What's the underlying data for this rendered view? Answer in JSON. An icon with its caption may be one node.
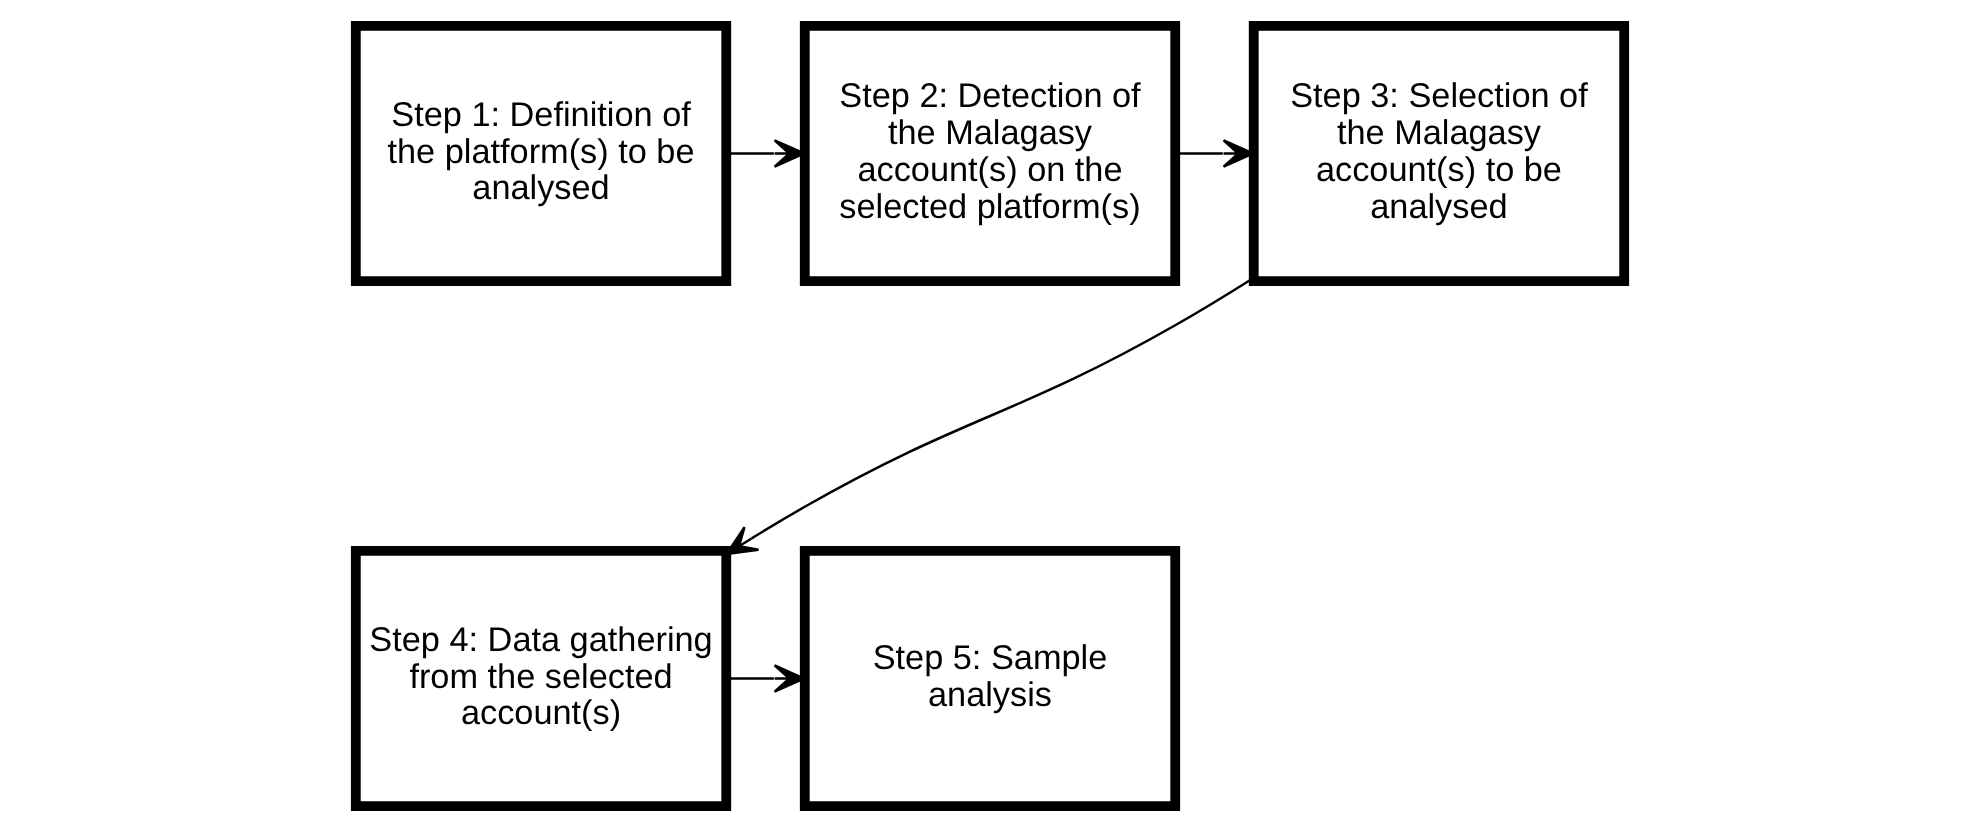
{
  "diagram": {
    "nodes": [
      {
        "text": [
          "Step 1: Definition of the platform(s) to be analysed"
        ]
      },
      {
        "text": [
          "Step 2: Detection of the Malagasy account(s) on the selected platform(s)"
        ]
      },
      {
        "text": [
          "Step 3: Selection of the Malagasy account(s) to be analysed"
        ]
      },
      {
        "text": [
          "Step 4: Data gathering from the selected account(s)"
        ]
      },
      {
        "text": [
          "Step 5: Sample analysis"
        ]
      }
    ],
    "edges": [
      {
        "from": 0,
        "to": 1,
        "arrow": "to"
      },
      {
        "from": 1,
        "to": 2,
        "arrow": "to"
      },
      {
        "from": 2,
        "to": 3,
        "arrow": "to"
      },
      {
        "from": 3,
        "to": 4,
        "arrow": "to"
      }
    ]
  }
}
